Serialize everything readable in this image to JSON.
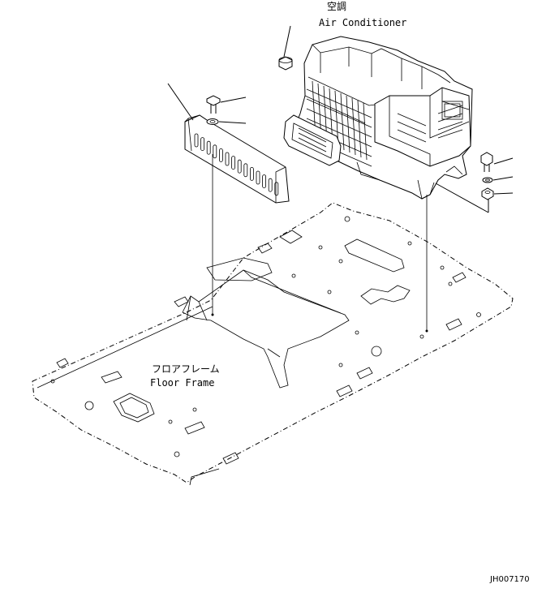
{
  "labels": {
    "air_conditioner_jp": "空調",
    "air_conditioner_en": "Air Conditioner",
    "floor_frame_jp": "フロアフレーム",
    "floor_frame_en": "Floor Frame",
    "drawing_code": "JH007170"
  },
  "parts": [
    {
      "name": "air-conditioner-unit"
    },
    {
      "name": "duct-cover"
    },
    {
      "name": "floor-frame"
    },
    {
      "name": "bolt"
    },
    {
      "name": "washer"
    }
  ]
}
